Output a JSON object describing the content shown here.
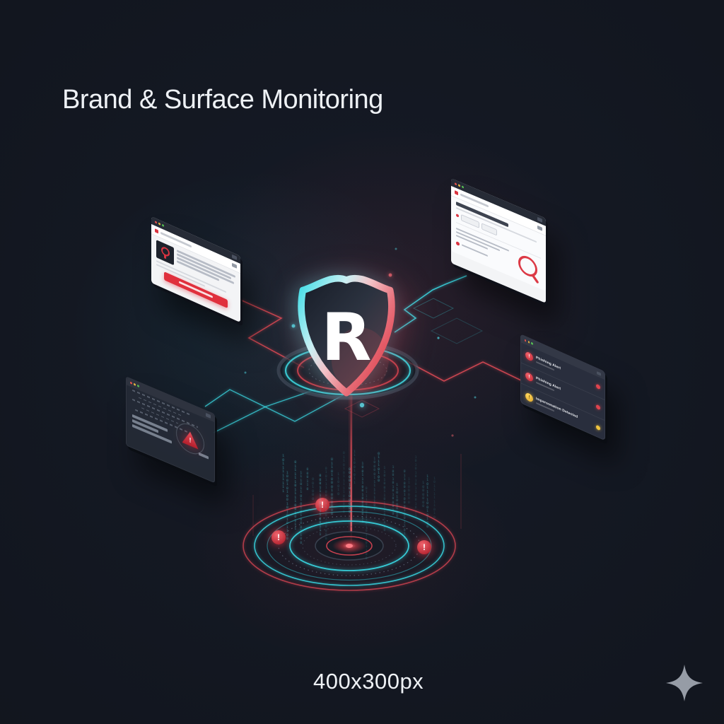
{
  "title": "Brand & Surface Monitoring",
  "footer": {
    "size_label": "400x300px"
  },
  "shield": {
    "letter": "R"
  },
  "colors": {
    "background": "#12161f",
    "accent_cyan": "#3cd9e2",
    "accent_red": "#dc4a55",
    "accent_yellow": "#f2c741",
    "window_light": "#f3f4f6",
    "window_dark": "#2a303e",
    "cta_red": "#e0303d"
  },
  "alerts_panel": {
    "items": [
      {
        "title": "Phishing Alert",
        "badge_color": "#d8333f",
        "dot_color": "#e0444e"
      },
      {
        "title": "Phishing Alert",
        "badge_color": "#d8333f",
        "dot_color": "#e0444e"
      },
      {
        "title": "Impersonation Detected",
        "badge_color": "#f2c741",
        "dot_color": "#f0c43f"
      }
    ]
  },
  "radar": {
    "alert_symbol": "!",
    "alert_count": 3
  }
}
